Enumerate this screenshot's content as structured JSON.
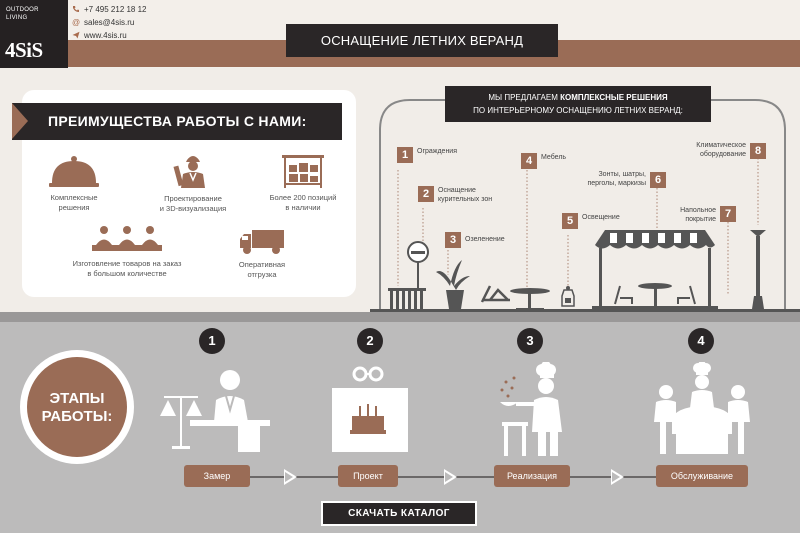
{
  "brand": {
    "top_line1": "OUTDOOR",
    "top_line2": "LIVING",
    "logo": "4SiS"
  },
  "contacts": {
    "phone": "+7 495 212 18 12",
    "email": "sales@4sis.ru",
    "site": "www.4sis.ru"
  },
  "page_title": "ОСНАЩЕНИЕ ЛЕТНИХ ВЕРАНД",
  "advantages": {
    "title": "ПРЕИМУЩЕСТВА РАБОТЫ С НАМИ:",
    "items": [
      {
        "line1": "Комплексные",
        "line2": "решения",
        "icon": "cloche-icon"
      },
      {
        "line1": "Проектирование",
        "line2": "и 3D-визуализация",
        "icon": "engineer-icon"
      },
      {
        "line1": "Более 200 позиций",
        "line2": "в наличии",
        "icon": "warehouse-icon"
      },
      {
        "line1": "Изготовление товаров на заказ",
        "line2": "в большом количестве",
        "icon": "workers-icon"
      },
      {
        "line1": "Оперативная",
        "line2": "отгрузка",
        "icon": "truck-icon"
      }
    ]
  },
  "offer": {
    "line1_pre": "МЫ ПРЕДЛАГАЕМ ",
    "line1_bold": "КОМПЛЕКСНЫЕ РЕШЕНИЯ",
    "line2": "ПО ИНТЕРЬЕРНОМУ ОСНАЩЕНИЮ ЛЕТНИХ ВЕРАНД:"
  },
  "veranda_items": [
    {
      "num": "1",
      "line1": "Ограждения",
      "line2": ""
    },
    {
      "num": "2",
      "line1": "Оснащение",
      "line2": "курительных зон"
    },
    {
      "num": "3",
      "line1": "Озеленение",
      "line2": ""
    },
    {
      "num": "4",
      "line1": "Мебель",
      "line2": ""
    },
    {
      "num": "5",
      "line1": "Освещение",
      "line2": ""
    },
    {
      "num": "6",
      "line1": "Зонты, шатры,",
      "line2": "перголы, маркизы"
    },
    {
      "num": "7",
      "line1": "Напольное",
      "line2": "покрытие"
    },
    {
      "num": "8",
      "line1": "Климатическое",
      "line2": "оборудование"
    }
  ],
  "stages": {
    "title_line1": "ЭТАПЫ",
    "title_line2": "РАБОТЫ:",
    "steps": [
      {
        "num": "1",
        "label": "Замер",
        "icon": "scales-manager-icon"
      },
      {
        "num": "2",
        "label": "Проект",
        "icon": "project-cake-icon"
      },
      {
        "num": "3",
        "label": "Реализация",
        "icon": "chef-icon"
      },
      {
        "num": "4",
        "label": "Обслуживание",
        "icon": "dining-icon"
      }
    ]
  },
  "catalog_button": "СКАЧАТЬ КАТАЛОГ",
  "colors": {
    "accent": "#9a6c56",
    "dark": "#2a2627",
    "stage_bg": "#bcbbbb"
  }
}
